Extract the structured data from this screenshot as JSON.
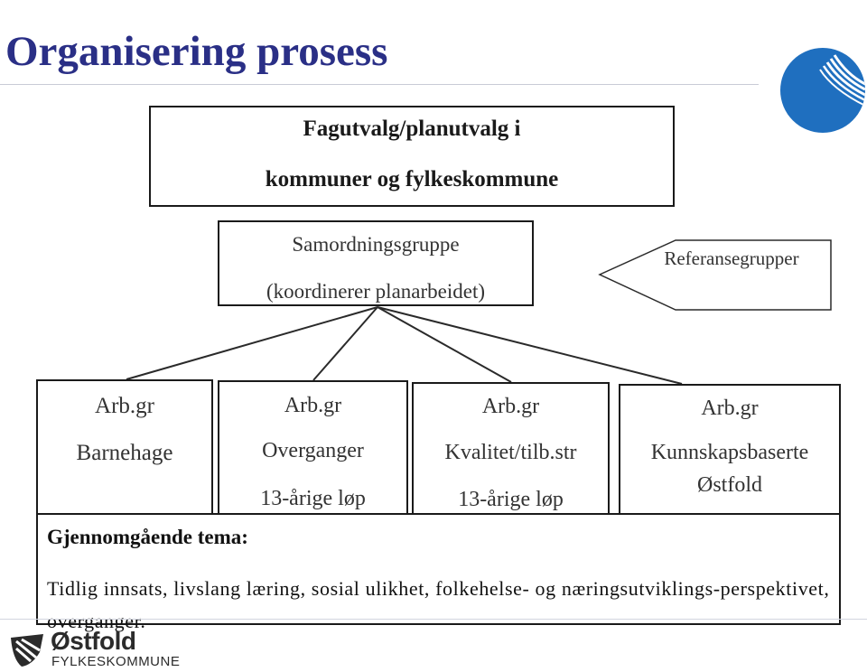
{
  "title": "Organisering prosess",
  "top_box": {
    "line1": "Fagutvalg/planutvalg i",
    "line2": "kommuner og fylkeskommune"
  },
  "coordination_box": {
    "line1": "Samordningsgruppe",
    "line2": "(koordinerer planarbeidet)"
  },
  "reference_box": {
    "label": "Referansegrupper"
  },
  "working_groups": [
    {
      "label": "Arb.gr",
      "line1": "Barnehage",
      "line2": ""
    },
    {
      "label": "Arb.gr",
      "line1": "Overganger",
      "line2": "13-årige løp"
    },
    {
      "label": "Arb.gr",
      "line1": "Kvalitet/tilb.str",
      "line2": "13-årige løp"
    },
    {
      "label": "Arb.gr",
      "line1": "Kunnskapsbaserte",
      "line2": "Østfold"
    }
  ],
  "theme_box": {
    "heading": "Gjennomgående tema:",
    "text": "Tidlig innsats, livslang læring, sosial ulikhet, folkehelse- og næringsutviklings-perspektivet, overganger."
  },
  "footer": {
    "org_name": "Østfold",
    "org_sub": "FYLKESKOMMUNE"
  },
  "colors": {
    "title": "#2a2f86",
    "logo_blue": "#1f6fbf",
    "border": "#1a1a1a"
  },
  "icons": {
    "top_right_logo": "globe-swoosh-icon",
    "footer_logo": "ostfold-crest-icon"
  }
}
